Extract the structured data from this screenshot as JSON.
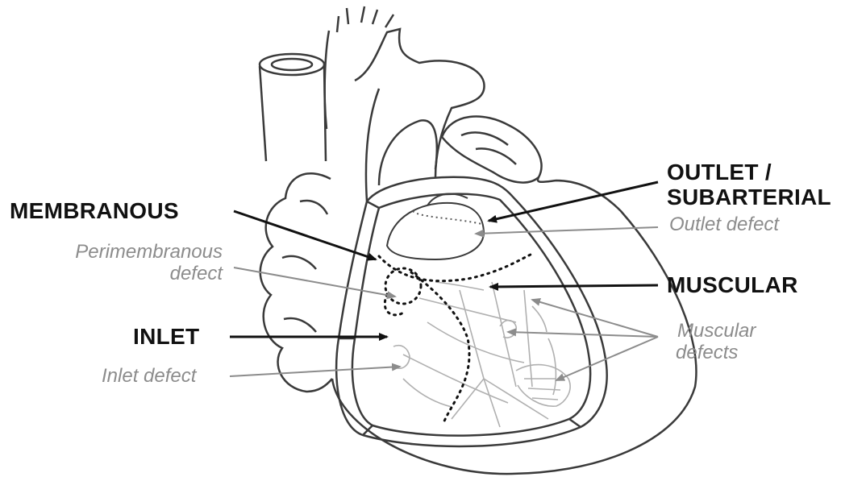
{
  "labels": {
    "outlet_line1": "OUTLET /",
    "outlet_line2": "SUBARTERIAL",
    "outlet_defect": "Outlet defect",
    "membranous": "MEMBRANOUS",
    "perimembranous_line1": "Perimembranous",
    "perimembranous_line2": "defect",
    "muscular": "MUSCULAR",
    "muscular_defects_line1": "Muscular",
    "muscular_defects_line2": "defects",
    "inlet": "INLET",
    "inlet_defect": "Inlet defect"
  },
  "colors": {
    "bold_arrow": "#111111",
    "defect_arrow": "#8c8c8c",
    "heart_outline": "#3a3a3a",
    "heart_inner": "#b0b0b0",
    "septum_dots": "#111111"
  }
}
